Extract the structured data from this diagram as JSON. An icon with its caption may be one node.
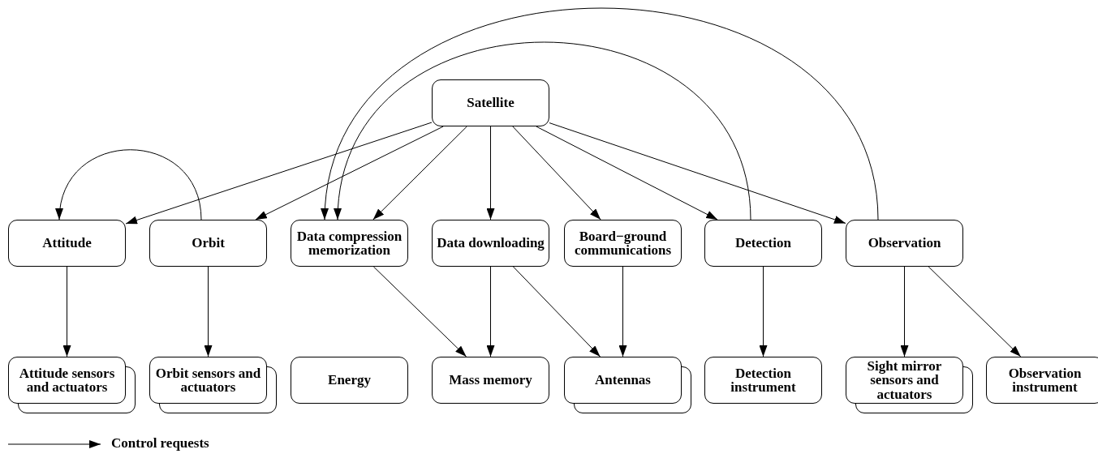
{
  "diagram": {
    "nodes": [
      {
        "text": [
          "Satellite"
        ]
      },
      {
        "text": [
          "Attitude"
        ]
      },
      {
        "text": [
          "Orbit"
        ]
      },
      {
        "text": [
          "Data compression memorization"
        ]
      },
      {
        "text": [
          "Data downloading"
        ]
      },
      {
        "text": [
          "Board−ground communications"
        ]
      },
      {
        "text": [
          "Detection"
        ]
      },
      {
        "text": [
          "Observation"
        ]
      },
      {
        "text": [
          "Attitude sensors and actuators"
        ]
      },
      {
        "text": [
          "Orbit sensors and actuators"
        ]
      },
      {
        "text": [
          "Energy"
        ]
      },
      {
        "text": [
          "Mass memory"
        ]
      },
      {
        "text": [
          "Antennas"
        ]
      },
      {
        "text": [
          "Detection instrument"
        ]
      },
      {
        "text": [
          "Sight mirror sensors and actuators"
        ]
      },
      {
        "text": [
          "Observation instrument"
        ]
      }
    ],
    "edges": [
      {
        "from": 0,
        "to": 1,
        "arrow": "to"
      },
      {
        "from": 0,
        "to": 2,
        "arrow": "to"
      },
      {
        "from": 0,
        "to": 3,
        "arrow": "to"
      },
      {
        "from": 0,
        "to": 4,
        "arrow": "to"
      },
      {
        "from": 0,
        "to": 5,
        "arrow": "to"
      },
      {
        "from": 0,
        "to": 6,
        "arrow": "to"
      },
      {
        "from": 0,
        "to": 7,
        "arrow": "to"
      },
      {
        "from": 2,
        "to": 1,
        "arrow": "to"
      },
      {
        "from": 6,
        "to": 3,
        "arrow": "to"
      },
      {
        "from": 7,
        "to": 3,
        "arrow": "to"
      },
      {
        "from": 1,
        "to": 8,
        "arrow": "to"
      },
      {
        "from": 2,
        "to": 9,
        "arrow": "to"
      },
      {
        "from": 3,
        "to": 11,
        "arrow": "to"
      },
      {
        "from": 4,
        "to": 11,
        "arrow": "to"
      },
      {
        "from": 4,
        "to": 12,
        "arrow": "to"
      },
      {
        "from": 5,
        "to": 12,
        "arrow": "to"
      },
      {
        "from": 6,
        "to": 13,
        "arrow": "to"
      },
      {
        "from": 7,
        "to": 14,
        "arrow": "to"
      },
      {
        "from": 7,
        "to": 15,
        "arrow": "to"
      }
    ],
    "legend": [
      {
        "text": "Control requests"
      }
    ]
  }
}
